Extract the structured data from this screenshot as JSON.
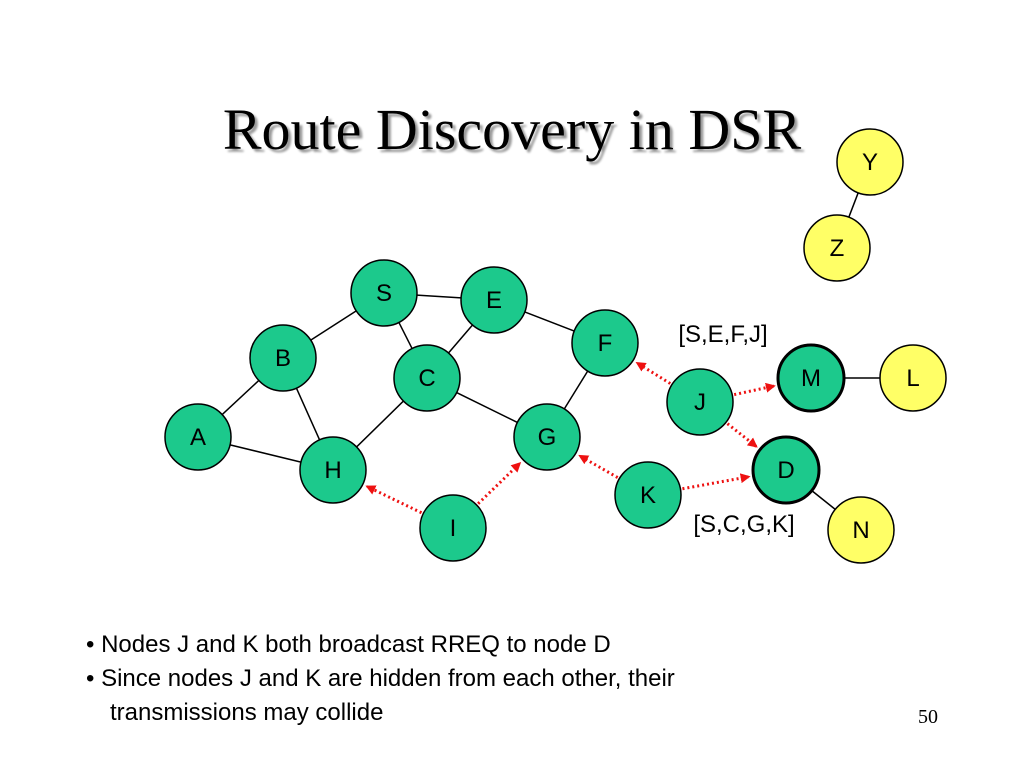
{
  "slide": {
    "title": "Route Discovery in DSR",
    "page_number": "50"
  },
  "colors": {
    "node_green": "#1cc98c",
    "node_yellow": "#ffff66",
    "edge": "#000000",
    "rreq_arrow": "#ee1111"
  },
  "nodes": [
    {
      "id": "S",
      "label": "S",
      "color": "green"
    },
    {
      "id": "E",
      "label": "E",
      "color": "green"
    },
    {
      "id": "F",
      "label": "F",
      "color": "green"
    },
    {
      "id": "B",
      "label": "B",
      "color": "green"
    },
    {
      "id": "C",
      "label": "C",
      "color": "green"
    },
    {
      "id": "A",
      "label": "A",
      "color": "green"
    },
    {
      "id": "G",
      "label": "G",
      "color": "green"
    },
    {
      "id": "H",
      "label": "H",
      "color": "green"
    },
    {
      "id": "I",
      "label": "I",
      "color": "green"
    },
    {
      "id": "J",
      "label": "J",
      "color": "green"
    },
    {
      "id": "K",
      "label": "K",
      "color": "green"
    },
    {
      "id": "M",
      "label": "M",
      "color": "green",
      "highlight": true
    },
    {
      "id": "D",
      "label": "D",
      "color": "green",
      "highlight": true
    },
    {
      "id": "L",
      "label": "L",
      "color": "yellow"
    },
    {
      "id": "N",
      "label": "N",
      "color": "yellow"
    },
    {
      "id": "Y",
      "label": "Y",
      "color": "yellow"
    },
    {
      "id": "Z",
      "label": "Z",
      "color": "yellow"
    }
  ],
  "edges": [
    [
      "S",
      "E"
    ],
    [
      "S",
      "B"
    ],
    [
      "S",
      "C"
    ],
    [
      "E",
      "C"
    ],
    [
      "E",
      "F"
    ],
    [
      "B",
      "A"
    ],
    [
      "B",
      "H"
    ],
    [
      "A",
      "H"
    ],
    [
      "C",
      "H"
    ],
    [
      "C",
      "G"
    ],
    [
      "F",
      "G"
    ],
    [
      "M",
      "L"
    ],
    [
      "D",
      "N"
    ],
    [
      "Y",
      "Z"
    ]
  ],
  "rreq_arrows": [
    {
      "from": "I",
      "to": "H"
    },
    {
      "from": "I",
      "to": "G"
    },
    {
      "from": "K",
      "to": "G"
    },
    {
      "from": "K",
      "to": "D"
    },
    {
      "from": "J",
      "to": "F"
    },
    {
      "from": "J",
      "to": "M"
    },
    {
      "from": "J",
      "to": "D"
    }
  ],
  "route_labels": [
    {
      "id": "route-j",
      "text": "[S,E,F,J]"
    },
    {
      "id": "route-k",
      "text": "[S,C,G,K]"
    }
  ],
  "bullets": {
    "line1": "• Nodes J and K both broadcast RREQ to node D",
    "line2": "• Since nodes J and K are hidden from each other, their",
    "line3": "transmissions may collide"
  }
}
